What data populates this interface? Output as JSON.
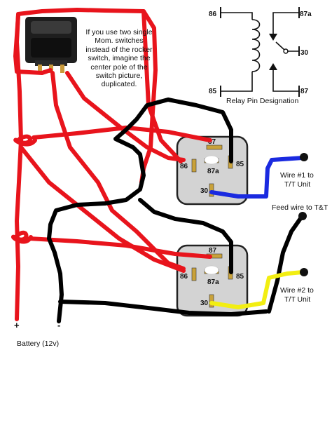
{
  "note_text": "If you use two single Mom. switches instead of the rocker switch, imagine the center pole of the switch picture, duplicated.",
  "legend": {
    "title": "Relay Pin Designation",
    "pins": {
      "p86": "86",
      "p85": "85",
      "p87a": "87a",
      "p30": "30",
      "p87": "87"
    }
  },
  "relays": [
    {
      "pins": {
        "p87": "87",
        "p86": "86",
        "p87a": "87a",
        "p85": "85",
        "p30": "30"
      }
    },
    {
      "pins": {
        "p87": "87",
        "p86": "86",
        "p87a": "87a",
        "p85": "85",
        "p30": "30"
      }
    }
  ],
  "labels": {
    "wire1": "Wire #1 to",
    "wire1_dest": "T/T Unit",
    "feed": "Feed wire to T&T",
    "wire2": "Wire #2 to",
    "wire2_dest": "T/T Unit",
    "battery": "Battery (12v)",
    "plus": "+",
    "minus": "-"
  },
  "colors": {
    "positive_wire": "#e8141c",
    "ground_wire": "#000000",
    "wire1": "#1a2ae0",
    "wire2": "#f2ee12",
    "relay_body": "#d3d3d3"
  }
}
